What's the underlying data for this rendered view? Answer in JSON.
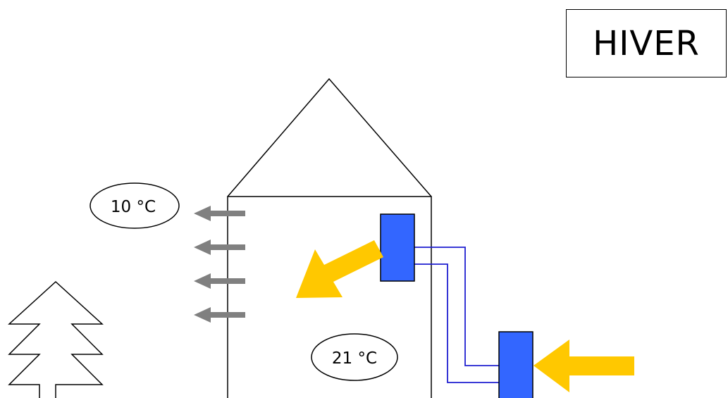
{
  "season": {
    "label": "HIVER"
  },
  "temperatures": {
    "outdoor": "10 °C",
    "indoor": "21 °C"
  },
  "colors": {
    "unit": "#3366FF",
    "pipe": "#1F1FD0",
    "heat_arrow": "#FFC800",
    "heat_loss_arrow": "#808080",
    "outline": "#000000"
  },
  "icons": {
    "tree": "fir-tree-icon",
    "house": "house-outline",
    "indoor_unit": "indoor-unit-icon",
    "outdoor_unit": "outdoor-unit-icon"
  }
}
